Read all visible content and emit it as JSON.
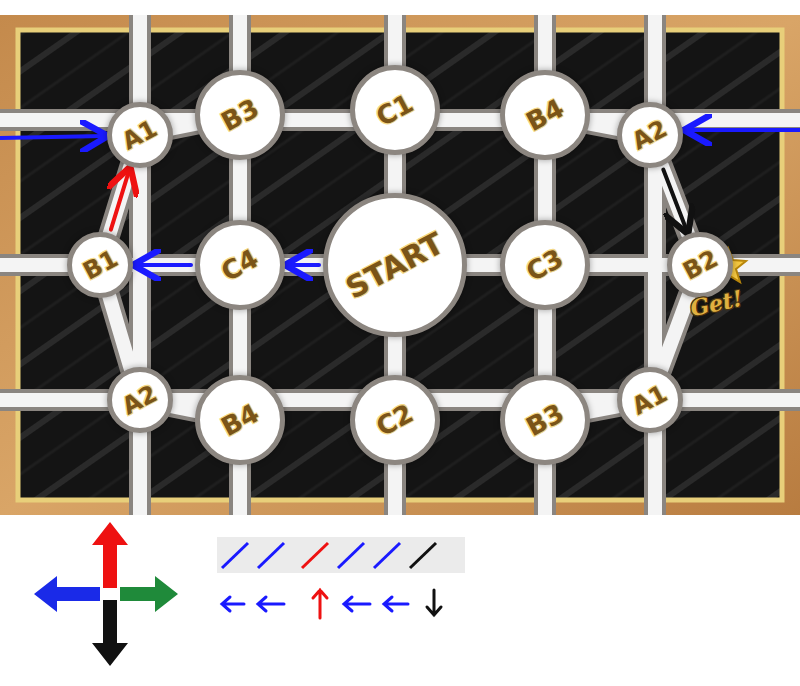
{
  "diagram": {
    "nodes": [
      {
        "text": [
          "A1"
        ]
      },
      {
        "text": [
          "B3"
        ]
      },
      {
        "text": [
          "C1"
        ]
      },
      {
        "text": [
          "B4"
        ]
      },
      {
        "text": [
          "A2"
        ]
      },
      {
        "text": [
          "B1"
        ]
      },
      {
        "text": [
          "C4"
        ]
      },
      {
        "text": [
          "START"
        ]
      },
      {
        "text": [
          "C3"
        ]
      },
      {
        "text": [
          "B2"
        ]
      },
      {
        "text": [
          "A2"
        ]
      },
      {
        "text": [
          "B4"
        ]
      },
      {
        "text": [
          "C2"
        ]
      },
      {
        "text": [
          "B3"
        ]
      },
      {
        "text": [
          "A1"
        ]
      }
    ],
    "edges": [
      {
        "from": 7,
        "to": 6,
        "arrow": "to"
      },
      {
        "from": 6,
        "to": 5,
        "arrow": "to"
      },
      {
        "from": 5,
        "to": 0,
        "arrow": "to"
      },
      {
        "from": 4,
        "to": 9,
        "arrow": "to"
      }
    ],
    "labels": [
      "Get!"
    ]
  }
}
